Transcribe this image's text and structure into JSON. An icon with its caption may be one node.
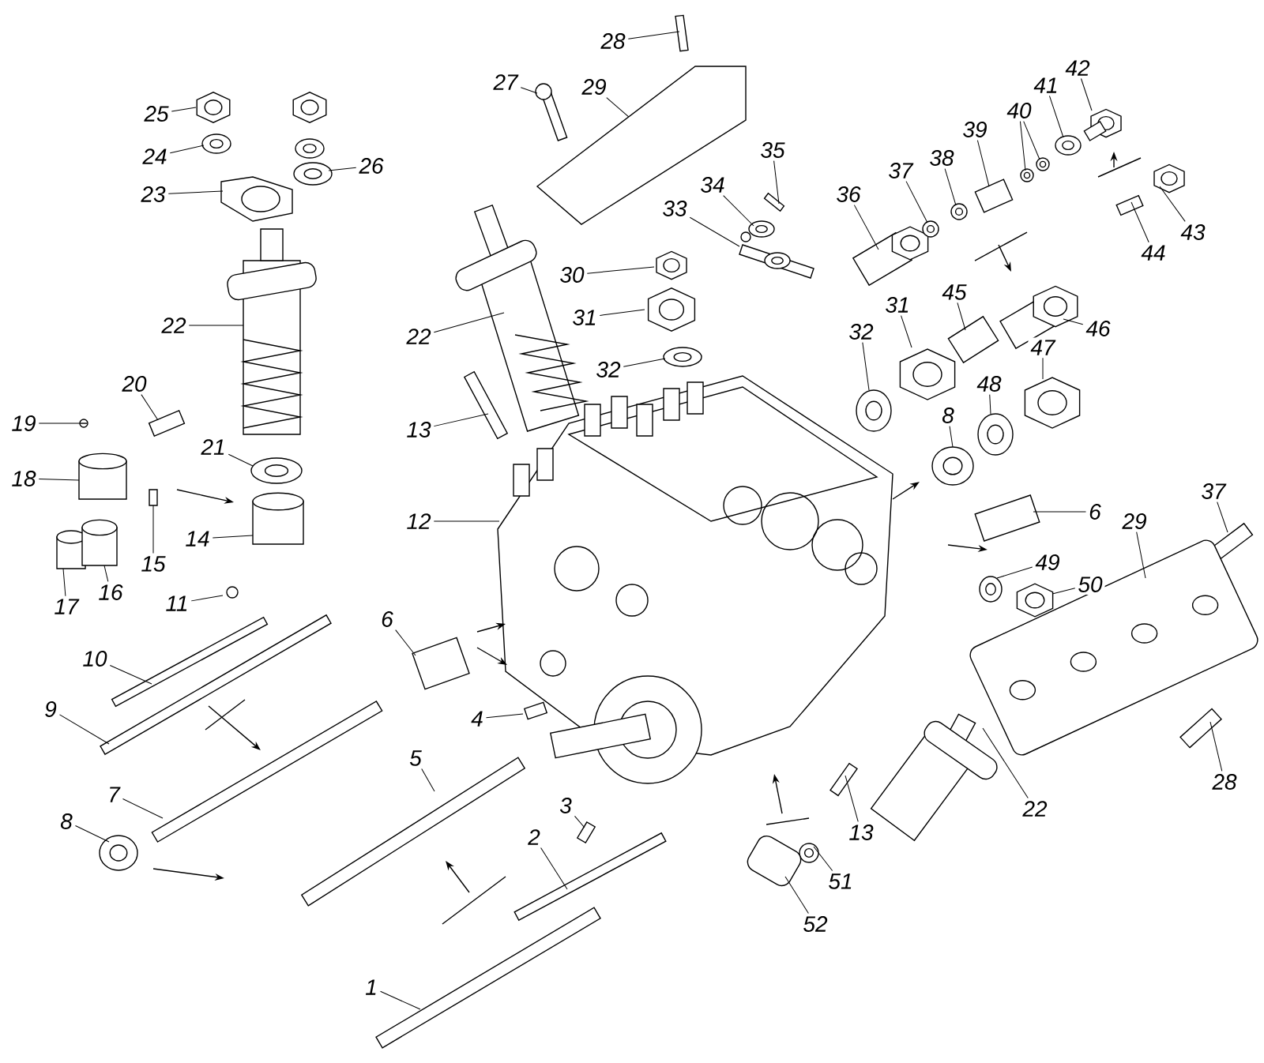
{
  "diagram": {
    "nodes": [
      {
        "text": [
          "28"
        ]
      },
      {
        "text": [
          "27"
        ]
      },
      {
        "text": [
          "29"
        ]
      },
      {
        "text": [
          "25"
        ]
      },
      {
        "text": [
          "24"
        ]
      },
      {
        "text": [
          "26"
        ]
      },
      {
        "text": [
          "23"
        ]
      },
      {
        "text": [
          "35"
        ]
      },
      {
        "text": [
          "34"
        ]
      },
      {
        "text": [
          "33"
        ]
      },
      {
        "text": [
          "36"
        ]
      },
      {
        "text": [
          "37"
        ]
      },
      {
        "text": [
          "38"
        ]
      },
      {
        "text": [
          "39"
        ]
      },
      {
        "text": [
          "40"
        ]
      },
      {
        "text": [
          "41"
        ]
      },
      {
        "text": [
          "42"
        ]
      },
      {
        "text": [
          "43"
        ]
      },
      {
        "text": [
          "44"
        ]
      },
      {
        "text": [
          "30"
        ]
      },
      {
        "text": [
          "31"
        ]
      },
      {
        "text": [
          "31"
        ]
      },
      {
        "text": [
          "45"
        ]
      },
      {
        "text": [
          "46"
        ]
      },
      {
        "text": [
          "32"
        ]
      },
      {
        "text": [
          "32"
        ]
      },
      {
        "text": [
          "47"
        ]
      },
      {
        "text": [
          "48"
        ]
      },
      {
        "text": [
          "8"
        ]
      },
      {
        "text": [
          "22"
        ]
      },
      {
        "text": [
          "22"
        ]
      },
      {
        "text": [
          "20"
        ]
      },
      {
        "text": [
          "19"
        ]
      },
      {
        "text": [
          "13"
        ]
      },
      {
        "text": [
          "21"
        ]
      },
      {
        "text": [
          "18"
        ]
      },
      {
        "text": [
          "6"
        ]
      },
      {
        "text": [
          "37"
        ]
      },
      {
        "text": [
          "29"
        ]
      },
      {
        "text": [
          "12"
        ]
      },
      {
        "text": [
          "14"
        ]
      },
      {
        "text": [
          "15"
        ]
      },
      {
        "text": [
          "49"
        ]
      },
      {
        "text": [
          "50"
        ]
      },
      {
        "text": [
          "17"
        ]
      },
      {
        "text": [
          "16"
        ]
      },
      {
        "text": [
          "11"
        ]
      },
      {
        "text": [
          "6"
        ]
      },
      {
        "text": [
          "10"
        ]
      },
      {
        "text": [
          "9"
        ]
      },
      {
        "text": [
          "4"
        ]
      },
      {
        "text": [
          "5"
        ]
      },
      {
        "text": [
          "7"
        ]
      },
      {
        "text": [
          "8"
        ]
      },
      {
        "text": [
          "28"
        ]
      },
      {
        "text": [
          "3"
        ]
      },
      {
        "text": [
          "22"
        ]
      },
      {
        "text": [
          "13"
        ]
      },
      {
        "text": [
          "2"
        ]
      },
      {
        "text": [
          "51"
        ]
      },
      {
        "text": [
          "52"
        ]
      },
      {
        "text": [
          "1"
        ]
      },
      {
        "text": [],
        "shape": "picture"
      },
      {
        "text": [],
        "shape": "picture"
      },
      {
        "text": [],
        "shape": "picture"
      },
      {
        "text": [],
        "shape": "picture"
      },
      {
        "text": [],
        "shape": "picture"
      },
      {
        "text": [],
        "shape": "picture"
      },
      {
        "text": [],
        "shape": "picture"
      },
      {
        "text": [],
        "shape": "picture"
      },
      {
        "text": [],
        "shape": "picture"
      },
      {
        "text": [],
        "shape": "picture"
      },
      {
        "text": [],
        "shape": "picture"
      },
      {
        "text": [],
        "shape": "picture"
      },
      {
        "text": [],
        "shape": "picture"
      },
      {
        "text": [],
        "shape": "picture"
      },
      {
        "text": [],
        "shape": "picture"
      },
      {
        "text": [],
        "shape": "picture"
      },
      {
        "text": [],
        "shape": "picture"
      },
      {
        "text": [],
        "shape": "picture"
      },
      {
        "text": [],
        "shape": "picture"
      },
      {
        "text": [],
        "shape": "picture"
      },
      {
        "text": [],
        "shape": "picture"
      },
      {
        "text": [],
        "shape": "picture"
      },
      {
        "text": [],
        "shape": "picture"
      },
      {
        "text": [],
        "shape": "picture"
      },
      {
        "text": [],
        "shape": "picture"
      },
      {
        "text": [],
        "shape": "picture"
      },
      {
        "text": [],
        "shape": "picture"
      },
      {
        "text": [],
        "shape": "picture"
      },
      {
        "text": [],
        "shape": "picture"
      },
      {
        "text": [],
        "shape": "picture"
      },
      {
        "text": [],
        "shape": "picture"
      },
      {
        "text": [],
        "shape": "picture"
      },
      {
        "text": [],
        "shape": "picture"
      },
      {
        "text": [],
        "shape": "picture"
      },
      {
        "text": [],
        "shape": "picture"
      },
      {
        "text": [],
        "shape": "picture"
      },
      {
        "text": [],
        "shape": "cylinder"
      },
      {
        "text": [],
        "shape": "picture"
      },
      {
        "text": [],
        "shape": "picture"
      },
      {
        "text": [],
        "shape": "picture"
      },
      {
        "text": [],
        "shape": "picture"
      },
      {
        "text": [],
        "shape": "cylinder"
      },
      {
        "text": [],
        "shape": "picture"
      },
      {
        "text": [],
        "shape": "picture"
      },
      {
        "text": [],
        "shape": "picture"
      },
      {
        "text": [],
        "shape": "cylinder"
      },
      {
        "text": [],
        "shape": "cylinder"
      },
      {
        "text": [],
        "shape": "circle"
      },
      {
        "text": [],
        "shape": "picture"
      },
      {
        "text": [],
        "shape": "picture"
      },
      {
        "text": [],
        "shape": "picture"
      },
      {
        "text": [],
        "shape": "picture"
      },
      {
        "text": [],
        "shape": "picture"
      },
      {
        "text": [],
        "shape": "picture"
      },
      {
        "text": [],
        "shape": "picture"
      },
      {
        "text": [],
        "shape": "picture"
      },
      {
        "text": [],
        "shape": "picture"
      },
      {
        "text": [],
        "shape": "picture"
      },
      {
        "text": [],
        "shape": "picture"
      },
      {
        "text": [],
        "shape": "picture"
      },
      {
        "text": [],
        "shape": "picture"
      },
      {
        "text": [],
        "shape": "picture"
      },
      {
        "text": [],
        "shape": "picture"
      },
      {
        "text": [],
        "shape": "picture"
      },
      {
        "text": [],
        "shape": "picture"
      }
    ],
    "edges": [
      {
        "from": 0,
        "to": 62,
        "arrow": "none"
      },
      {
        "from": 1,
        "to": 63,
        "arrow": "none"
      },
      {
        "from": 2,
        "to": 64,
        "arrow": "none"
      },
      {
        "from": 3,
        "to": 65,
        "arrow": "none"
      },
      {
        "from": 4,
        "to": 66,
        "arrow": "none"
      },
      {
        "from": 5,
        "to": 67,
        "arrow": "none"
      },
      {
        "from": 6,
        "to": 68,
        "arrow": "none"
      },
      {
        "from": 7,
        "to": 69,
        "arrow": "none"
      },
      {
        "from": 8,
        "to": 70,
        "arrow": "none"
      },
      {
        "from": 9,
        "to": 71,
        "arrow": "none"
      },
      {
        "from": 10,
        "to": 72,
        "arrow": "none"
      },
      {
        "from": 11,
        "to": 73,
        "arrow": "none"
      },
      {
        "from": 12,
        "to": 74,
        "arrow": "none"
      },
      {
        "from": 13,
        "to": 75,
        "arrow": "none"
      },
      {
        "from": 14,
        "to": 76,
        "arrow": "none"
      },
      {
        "from": 14,
        "to": 77,
        "arrow": "none"
      },
      {
        "from": 15,
        "to": 78,
        "arrow": "none"
      },
      {
        "from": 16,
        "to": 79,
        "arrow": "none"
      },
      {
        "from": 17,
        "to": 80,
        "arrow": "none"
      },
      {
        "from": 18,
        "to": 81,
        "arrow": "none"
      },
      {
        "from": 19,
        "to": 82,
        "arrow": "none"
      },
      {
        "from": 20,
        "to": 83,
        "arrow": "none"
      },
      {
        "from": 21,
        "to": 84,
        "arrow": "none"
      },
      {
        "from": 22,
        "to": 85,
        "arrow": "none"
      },
      {
        "from": 23,
        "to": 86,
        "arrow": "none"
      },
      {
        "from": 24,
        "to": 87,
        "arrow": "none"
      },
      {
        "from": 25,
        "to": 88,
        "arrow": "none"
      },
      {
        "from": 26,
        "to": 89,
        "arrow": "none"
      },
      {
        "from": 27,
        "to": 90,
        "arrow": "none"
      },
      {
        "from": 28,
        "to": 91,
        "arrow": "none"
      },
      {
        "from": 29,
        "to": 92,
        "arrow": "none"
      },
      {
        "from": 30,
        "to": 93,
        "arrow": "none"
      },
      {
        "from": 31,
        "to": 94,
        "arrow": "none"
      },
      {
        "from": 32,
        "to": 95,
        "arrow": "none"
      },
      {
        "from": 33,
        "to": 96,
        "arrow": "none"
      },
      {
        "from": 34,
        "to": 97,
        "arrow": "none"
      },
      {
        "from": 35,
        "to": 98,
        "arrow": "none"
      },
      {
        "from": 36,
        "to": 99,
        "arrow": "none"
      },
      {
        "from": 37,
        "to": 100,
        "arrow": "none"
      },
      {
        "from": 38,
        "to": 101,
        "arrow": "none"
      },
      {
        "from": 39,
        "to": 102,
        "arrow": "none"
      },
      {
        "from": 40,
        "to": 103,
        "arrow": "none"
      },
      {
        "from": 41,
        "to": 104,
        "arrow": "none"
      },
      {
        "from": 42,
        "to": 105,
        "arrow": "none"
      },
      {
        "from": 43,
        "to": 106,
        "arrow": "none"
      },
      {
        "from": 44,
        "to": 107,
        "arrow": "none"
      },
      {
        "from": 45,
        "to": 108,
        "arrow": "none"
      },
      {
        "from": 46,
        "to": 109,
        "arrow": "none"
      },
      {
        "from": 47,
        "to": 110,
        "arrow": "none"
      },
      {
        "from": 48,
        "to": 111,
        "arrow": "none"
      },
      {
        "from": 49,
        "to": 112,
        "arrow": "none"
      },
      {
        "from": 50,
        "to": 113,
        "arrow": "none"
      },
      {
        "from": 51,
        "to": 114,
        "arrow": "none"
      },
      {
        "from": 52,
        "to": 115,
        "arrow": "none"
      },
      {
        "from": 53,
        "to": 116,
        "arrow": "none"
      },
      {
        "from": 54,
        "to": 117,
        "arrow": "none"
      },
      {
        "from": 55,
        "to": 118,
        "arrow": "none"
      },
      {
        "from": 56,
        "to": 119,
        "arrow": "none"
      },
      {
        "from": 57,
        "to": 120,
        "arrow": "none"
      },
      {
        "from": 58,
        "to": 121,
        "arrow": "none"
      },
      {
        "from": 59,
        "to": 122,
        "arrow": "none"
      },
      {
        "from": 60,
        "to": 123,
        "arrow": "none"
      },
      {
        "from": 61,
        "to": 124,
        "arrow": "none"
      }
    ]
  }
}
